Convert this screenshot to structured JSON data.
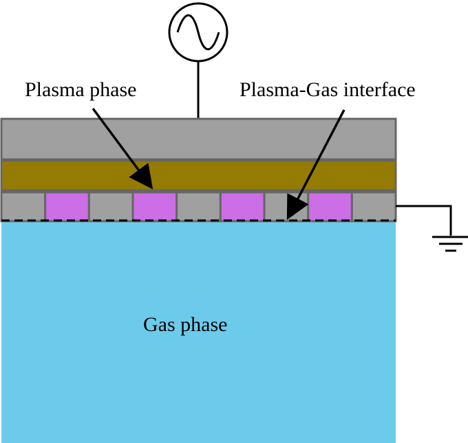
{
  "labels": {
    "plasma_phase": "Plasma phase",
    "plasma_gas_interface": "Plasma-Gas interface",
    "gas_phase": "Gas phase"
  },
  "icons": {
    "source": "ac-power-source-icon",
    "ground": "ground-symbol-icon"
  },
  "colors": {
    "electrode_gray": "#a0a0a0",
    "dielectric_gold": "#947c02",
    "plasma_magenta": "#cc6ee6",
    "gas_blue": "#6ccbea",
    "outline": "#666666"
  }
}
